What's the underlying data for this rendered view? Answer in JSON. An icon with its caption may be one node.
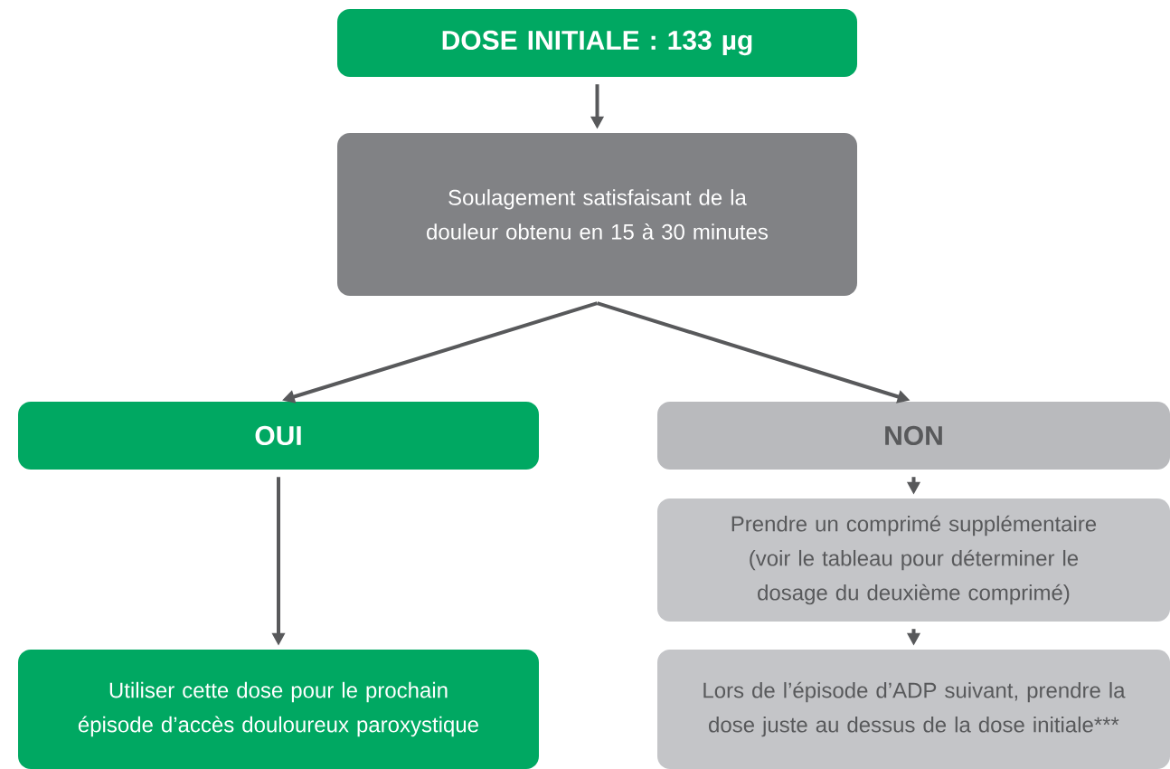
{
  "diagram": {
    "nodes": [
      {
        "text": [
          "DOSE INITIALE : 133 µg"
        ]
      },
      {
        "text": [
          "Soulagement satisfaisant de la douleur obtenu en 15 à 30 minutes"
        ]
      },
      {
        "text": [
          "OUI"
        ]
      },
      {
        "text": [
          "NON"
        ]
      },
      {
        "text": [
          "Prendre un comprimé supplémentaire (voir le tableau pour déterminer le dosage du deuxième comprimé)"
        ]
      },
      {
        "text": [
          "Utiliser cette dose pour le prochain épisode d’accès douloureux paroxystique"
        ]
      },
      {
        "text": [
          "Lors de l’épisode d’ADP suivant, prendre la dose juste au dessus de la dose initiale***"
        ]
      }
    ],
    "edges": [
      {
        "from": 0,
        "to": 1,
        "arrow": "to"
      },
      {
        "from": 1,
        "to": 2,
        "arrow": "to"
      },
      {
        "from": 1,
        "to": 3,
        "arrow": "to"
      },
      {
        "from": 3,
        "to": 4,
        "arrow": "to"
      },
      {
        "from": 2,
        "to": 5,
        "arrow": "to"
      },
      {
        "from": 4,
        "to": 6,
        "arrow": "to"
      }
    ]
  }
}
